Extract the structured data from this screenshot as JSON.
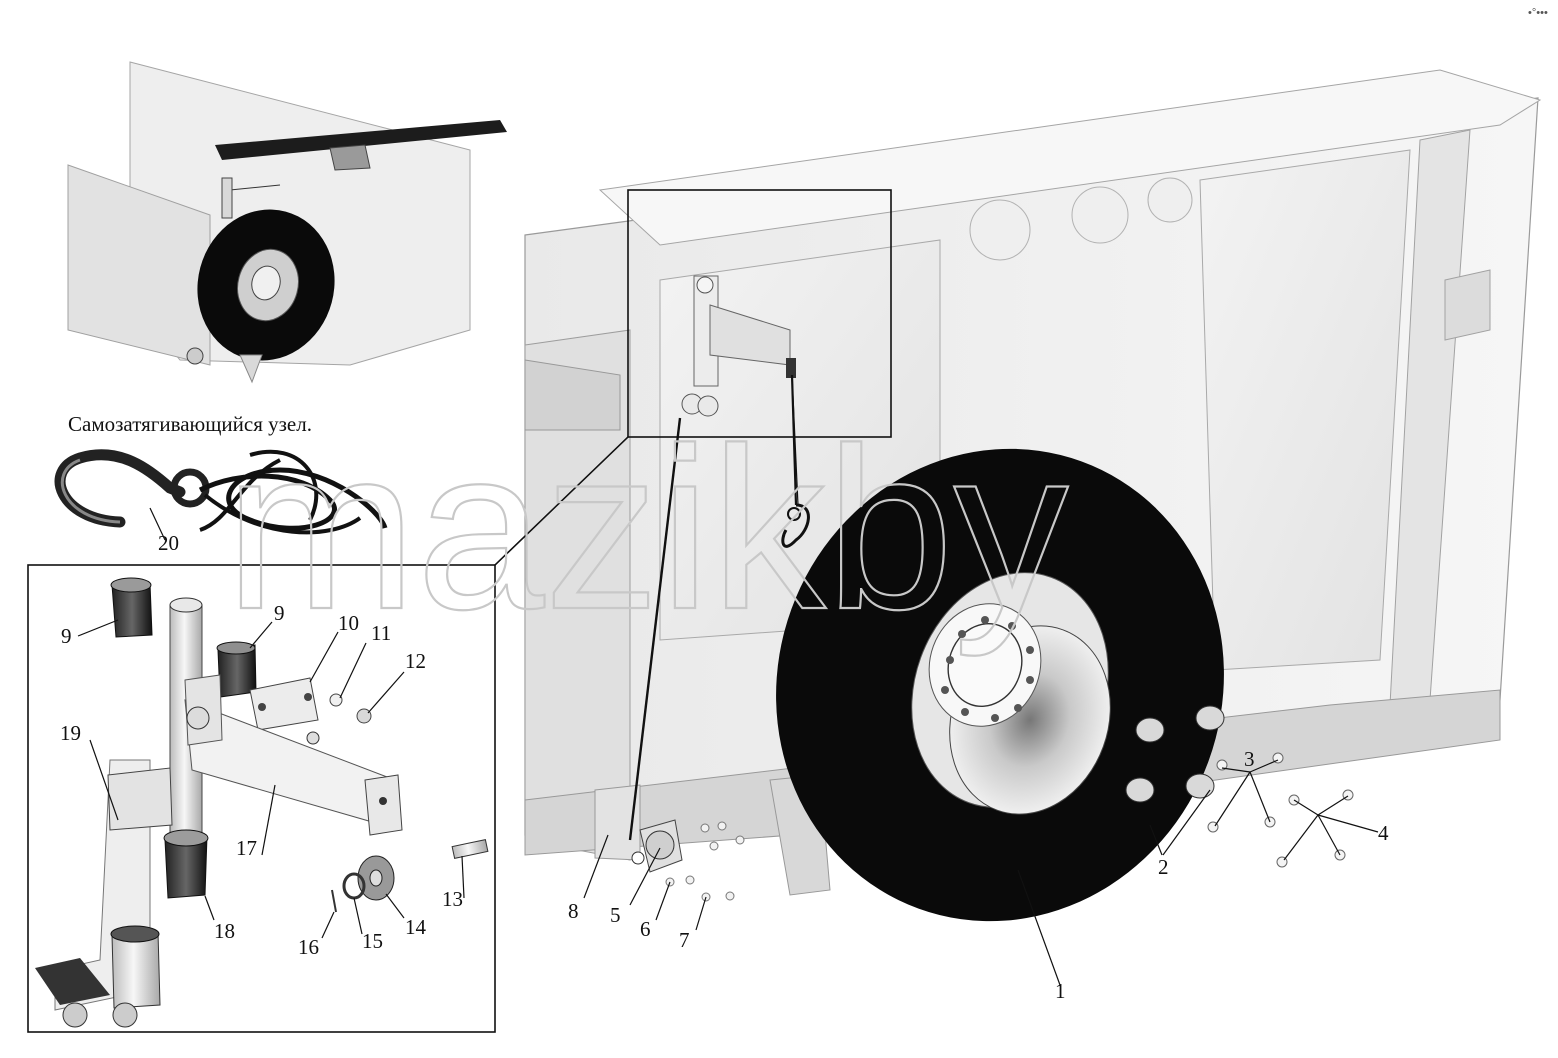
{
  "caption": "Самозатягивающийся узел.",
  "watermark": "mazikby",
  "corner_mark": "•°•••",
  "callouts": [
    {
      "id": "callout-1",
      "label": "1"
    },
    {
      "id": "callout-2",
      "label": "2"
    },
    {
      "id": "callout-3",
      "label": "3"
    },
    {
      "id": "callout-4",
      "label": "4"
    },
    {
      "id": "callout-5",
      "label": "5"
    },
    {
      "id": "callout-6",
      "label": "6"
    },
    {
      "id": "callout-7",
      "label": "7"
    },
    {
      "id": "callout-8",
      "label": "8"
    },
    {
      "id": "callout-9a",
      "label": "9"
    },
    {
      "id": "callout-9b",
      "label": "9"
    },
    {
      "id": "callout-10",
      "label": "10"
    },
    {
      "id": "callout-11",
      "label": "11"
    },
    {
      "id": "callout-12",
      "label": "12"
    },
    {
      "id": "callout-13",
      "label": "13"
    },
    {
      "id": "callout-14",
      "label": "14"
    },
    {
      "id": "callout-15",
      "label": "15"
    },
    {
      "id": "callout-16",
      "label": "16"
    },
    {
      "id": "callout-17",
      "label": "17"
    },
    {
      "id": "callout-18",
      "label": "18"
    },
    {
      "id": "callout-19",
      "label": "19"
    },
    {
      "id": "callout-20",
      "label": "20"
    }
  ],
  "colors": {
    "tire": "#0a0a0a",
    "body": "#e6e6e6",
    "panel": "#f1f1f1",
    "line": "#1a1a1a",
    "rim": "#d8d8d8"
  }
}
